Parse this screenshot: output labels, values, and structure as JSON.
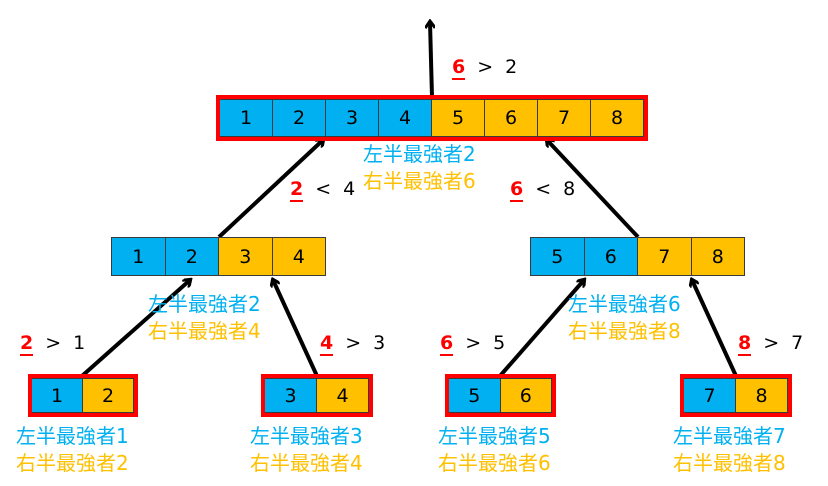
{
  "colors": {
    "left": "#00b0f0",
    "right": "#ffc000",
    "highlight": "#ff0000"
  },
  "nodes": [
    {
      "id": "root",
      "cells": [
        {
          "v": "1",
          "side": "L"
        },
        {
          "v": "2",
          "side": "L"
        },
        {
          "v": "3",
          "side": "L"
        },
        {
          "v": "4",
          "side": "L"
        },
        {
          "v": "5",
          "side": "R"
        },
        {
          "v": "6",
          "side": "R"
        },
        {
          "v": "7",
          "side": "R"
        },
        {
          "v": "8",
          "side": "R"
        }
      ],
      "highlight": true,
      "left_label": "左半最強者2",
      "right_label": "右半最強者6"
    },
    {
      "id": "mid-left",
      "cells": [
        {
          "v": "1",
          "side": "L"
        },
        {
          "v": "2",
          "side": "L"
        },
        {
          "v": "3",
          "side": "R"
        },
        {
          "v": "4",
          "side": "R"
        }
      ],
      "highlight": false,
      "left_label": "左半最強者2",
      "right_label": "右半最強者4"
    },
    {
      "id": "mid-right",
      "cells": [
        {
          "v": "5",
          "side": "L"
        },
        {
          "v": "6",
          "side": "L"
        },
        {
          "v": "7",
          "side": "R"
        },
        {
          "v": "8",
          "side": "R"
        }
      ],
      "highlight": false,
      "left_label": "左半最強者6",
      "right_label": "右半最強者8"
    },
    {
      "id": "leaf-1",
      "cells": [
        {
          "v": "1",
          "side": "L"
        },
        {
          "v": "2",
          "side": "R"
        }
      ],
      "highlight": true,
      "left_label": "左半最強者1",
      "right_label": "右半最強者2"
    },
    {
      "id": "leaf-2",
      "cells": [
        {
          "v": "3",
          "side": "L"
        },
        {
          "v": "4",
          "side": "R"
        }
      ],
      "highlight": true,
      "left_label": "左半最強者3",
      "right_label": "右半最強者4"
    },
    {
      "id": "leaf-3",
      "cells": [
        {
          "v": "5",
          "side": "L"
        },
        {
          "v": "6",
          "side": "R"
        }
      ],
      "highlight": true,
      "left_label": "左半最強者5",
      "right_label": "右半最強者6"
    },
    {
      "id": "leaf-4",
      "cells": [
        {
          "v": "7",
          "side": "L"
        },
        {
          "v": "8",
          "side": "R"
        }
      ],
      "highlight": true,
      "left_label": "左半最強者7",
      "right_label": "右半最強者8"
    }
  ],
  "comparisons": [
    {
      "winner": "6",
      "op": ">",
      "other": "2"
    },
    {
      "winner": "2",
      "op": "<",
      "other": "4"
    },
    {
      "winner": "6",
      "op": "<",
      "other": "8"
    },
    {
      "winner": "2",
      "op": ">",
      "other": "1"
    },
    {
      "winner": "4",
      "op": ">",
      "other": "3"
    },
    {
      "winner": "6",
      "op": ">",
      "other": "5"
    },
    {
      "winner": "8",
      "op": ">",
      "other": "7"
    }
  ]
}
